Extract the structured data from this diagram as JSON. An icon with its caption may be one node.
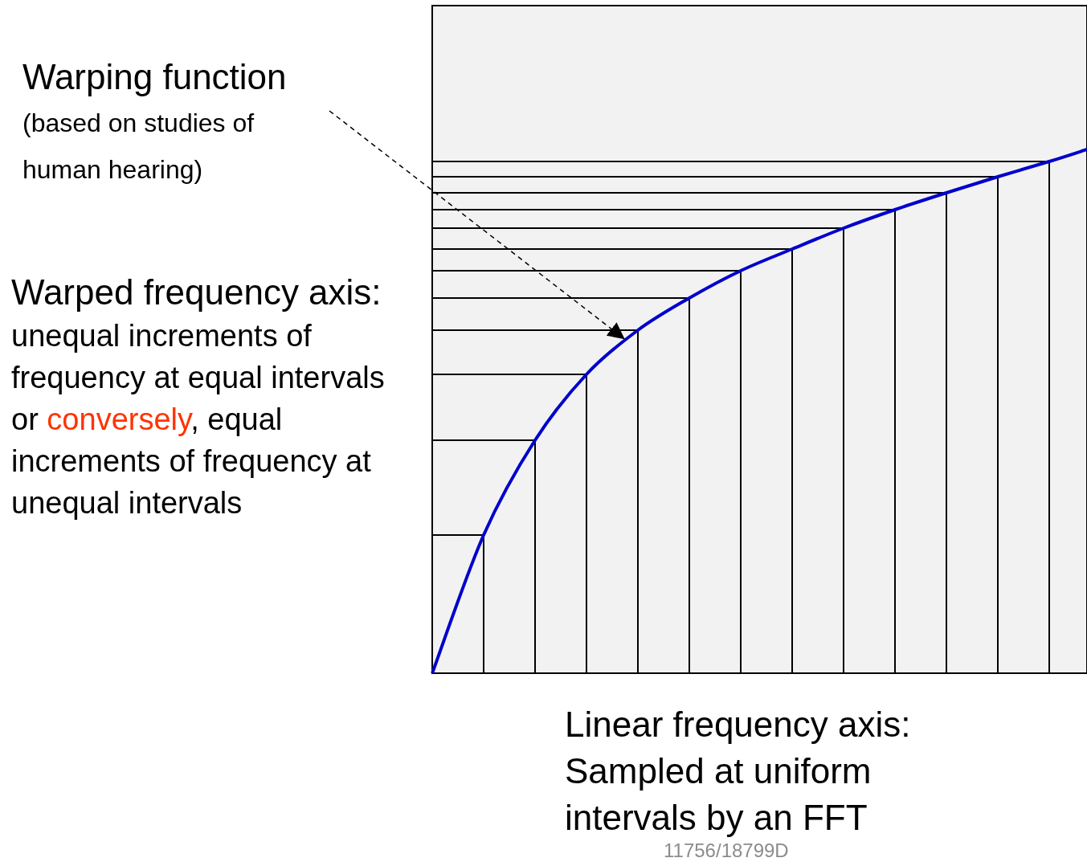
{
  "diagram": {
    "nodes": [
      {
        "text": [
          "Warping function",
          "(based on studies of human hearing)"
        ]
      },
      {
        "text": [],
        "shape": "curve"
      }
    ],
    "edges": [
      {
        "from": 0,
        "to": 1,
        "arrow": "to",
        "style": "dashed"
      }
    ],
    "labels": [
      "Warped frequency axis:",
      "unequal increments of frequency at equal intervals or",
      "conversely",
      ", equal increments of frequency at unequal intervals",
      "Linear frequency axis: Sampled at uniform intervals by an FFT",
      "11756/18799D"
    ]
  }
}
